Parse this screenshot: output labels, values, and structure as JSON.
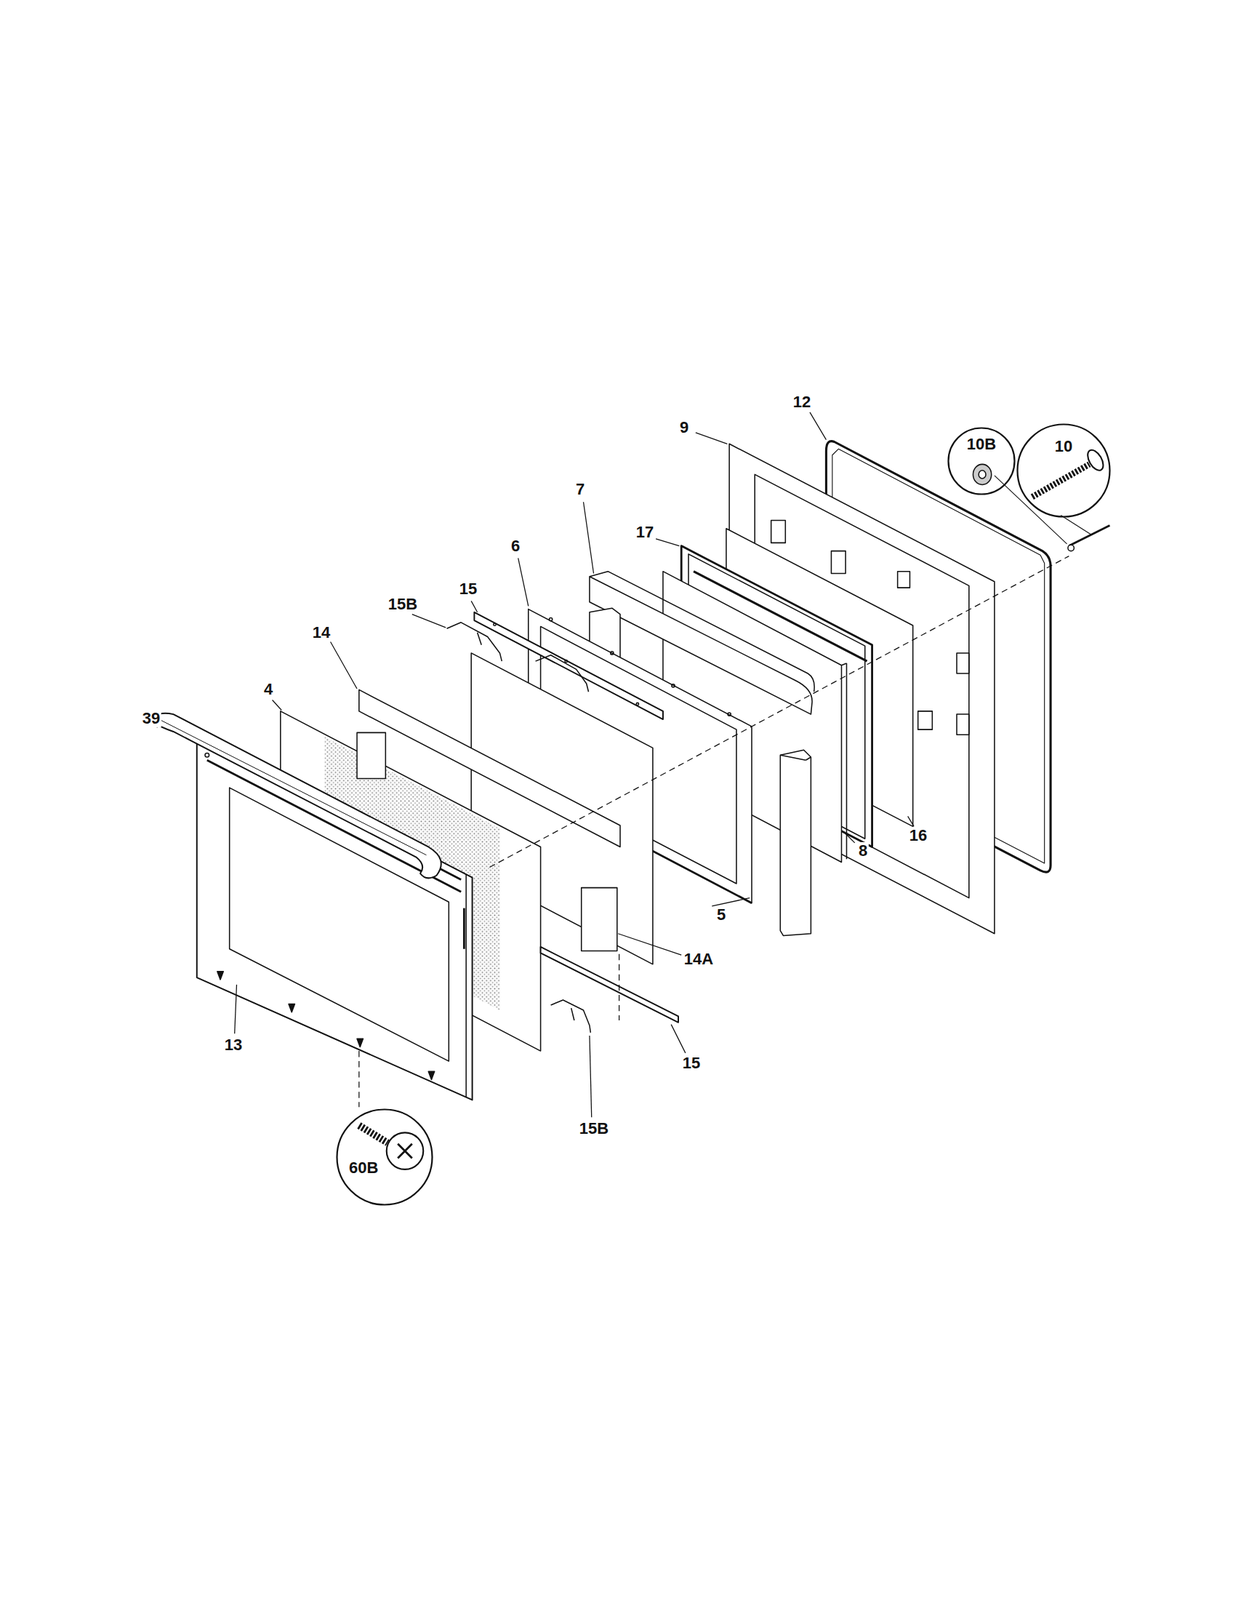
{
  "diagram": {
    "nodes": [
      {
        "text": [
          "10B"
        ]
      },
      {
        "text": [
          "10"
        ]
      },
      {
        "text": [
          "60B"
        ]
      }
    ],
    "labels": [
      "12",
      "9",
      "7",
      "17",
      "6",
      "15B",
      "15",
      "14",
      "39",
      "4",
      "8",
      "16",
      "5",
      "14A",
      "13",
      "15",
      "15B"
    ]
  }
}
